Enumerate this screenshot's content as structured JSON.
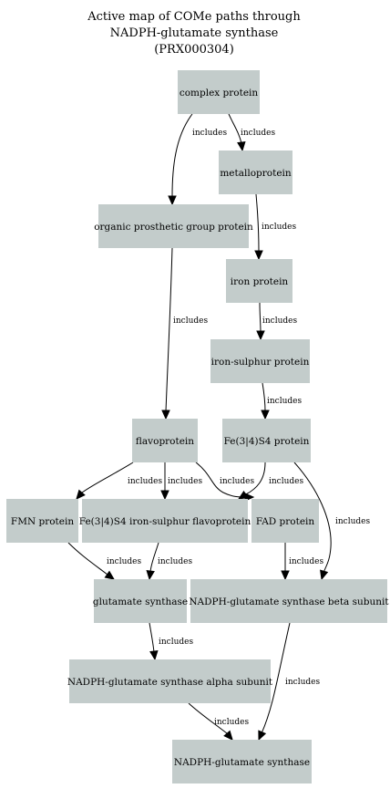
{
  "title": {
    "lines": [
      "Active map of COMe paths through",
      "NADPH-glutamate synthase",
      "(PRX000304)"
    ]
  },
  "colors": {
    "node_fill": "#c3cccb",
    "edge": "#000000",
    "background": "#ffffff"
  },
  "nodes": [
    {
      "id": "complex_protein",
      "label": "complex protein"
    },
    {
      "id": "metalloprotein",
      "label": "metalloprotein"
    },
    {
      "id": "organic_prosthetic_group_protein",
      "label": "organic prosthetic group protein"
    },
    {
      "id": "iron_protein",
      "label": "iron protein"
    },
    {
      "id": "iron_sulphur_protein",
      "label": "iron-sulphur protein"
    },
    {
      "id": "flavoprotein",
      "label": "flavoprotein"
    },
    {
      "id": "fe3s4_protein",
      "label": "Fe(3|4)S4 protein"
    },
    {
      "id": "fmn_protein",
      "label": "FMN protein"
    },
    {
      "id": "fe3s4_flavoprotein",
      "label": "Fe(3|4)S4 iron-sulphur flavoprotein"
    },
    {
      "id": "fad_protein",
      "label": "FAD protein"
    },
    {
      "id": "glutamate_synthase",
      "label": "glutamate synthase"
    },
    {
      "id": "nadph_gs_beta",
      "label": "NADPH-glutamate synthase beta subunit"
    },
    {
      "id": "nadph_gs_alpha",
      "label": "NADPH-glutamate synthase alpha subunit"
    },
    {
      "id": "nadph_gs",
      "label": "NADPH-glutamate synthase"
    }
  ],
  "edges": [
    {
      "from": "complex_protein",
      "to": "organic_prosthetic_group_protein",
      "label": "includes"
    },
    {
      "from": "complex_protein",
      "to": "metalloprotein",
      "label": "includes"
    },
    {
      "from": "metalloprotein",
      "to": "iron_protein",
      "label": "includes"
    },
    {
      "from": "organic_prosthetic_group_protein",
      "to": "flavoprotein",
      "label": "includes"
    },
    {
      "from": "iron_protein",
      "to": "iron_sulphur_protein",
      "label": "includes"
    },
    {
      "from": "iron_sulphur_protein",
      "to": "fe3s4_protein",
      "label": "includes"
    },
    {
      "from": "flavoprotein",
      "to": "fmn_protein",
      "label": "includes"
    },
    {
      "from": "flavoprotein",
      "to": "fe3s4_flavoprotein",
      "label": "includes"
    },
    {
      "from": "flavoprotein",
      "to": "fad_protein",
      "label": "includes"
    },
    {
      "from": "fe3s4_protein",
      "to": "fe3s4_flavoprotein",
      "label": "includes"
    },
    {
      "from": "fe3s4_protein",
      "to": "nadph_gs_beta",
      "label": "includes"
    },
    {
      "from": "fmn_protein",
      "to": "glutamate_synthase",
      "label": "includes"
    },
    {
      "from": "fe3s4_flavoprotein",
      "to": "glutamate_synthase",
      "label": "includes"
    },
    {
      "from": "fad_protein",
      "to": "nadph_gs_beta",
      "label": "includes"
    },
    {
      "from": "glutamate_synthase",
      "to": "nadph_gs_alpha",
      "label": "includes"
    },
    {
      "from": "nadph_gs_alpha",
      "to": "nadph_gs",
      "label": "includes"
    },
    {
      "from": "nadph_gs_beta",
      "to": "nadph_gs",
      "label": "includes"
    }
  ]
}
